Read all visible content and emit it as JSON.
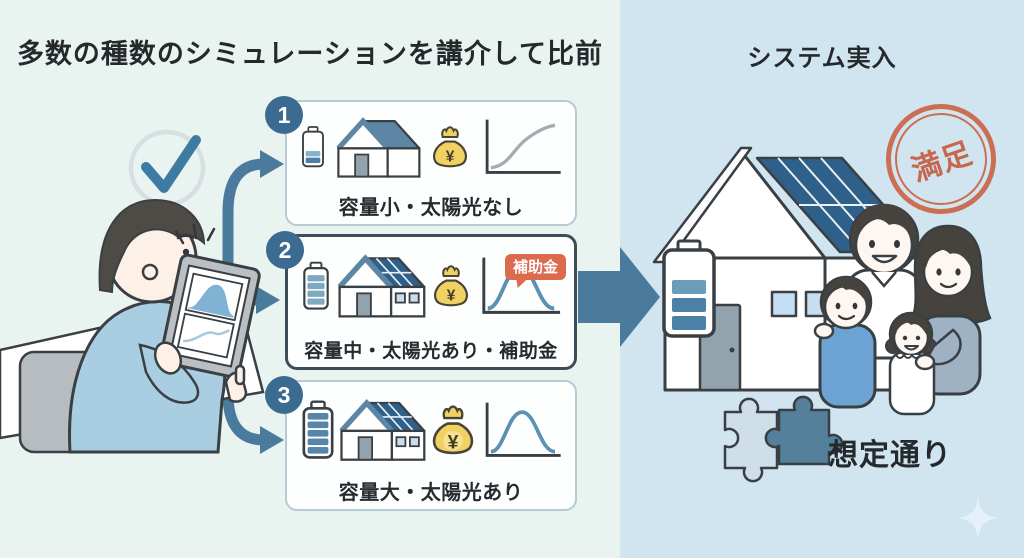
{
  "titles": {
    "left": "多数の種数のシミュレーションを講介して比前",
    "right": "システム実入"
  },
  "simulation_cards": [
    {
      "number": "1",
      "label": "容量小・太陽光なし"
    },
    {
      "number": "2",
      "label": "容量中・太陽光あり・補助金",
      "bubble": "補助金"
    },
    {
      "number": "3",
      "label": "容量大・太陽光あり"
    }
  ],
  "result": {
    "stamp": "満足",
    "outcome": "想定通り"
  },
  "icons": {
    "yen_symbol": "¥",
    "checkmark": "✓",
    "sparkle": "✦",
    "battery": "battery-gauge",
    "house": "house-with-solar",
    "money_bag": "money-bag",
    "chart": "cost-curve",
    "puzzle": "puzzle-pieces"
  },
  "colors": {
    "left_background": "#e9f3f0",
    "right_background": "#d1e5f1",
    "arrow_blue": "#4a7b9d",
    "badge_blue": "#3c6b92",
    "card_border": "#b6cbd6",
    "highlight_card_border": "#3e4e59",
    "subsidy_bubble": "#dc6a4e",
    "stamp_red": "#ca6649",
    "money_yellow": "#f0d264",
    "solar_panel_blue": "#2f608a",
    "roof_blue": "#5c86a4",
    "battery_fill_blue": "#4d80a6"
  }
}
